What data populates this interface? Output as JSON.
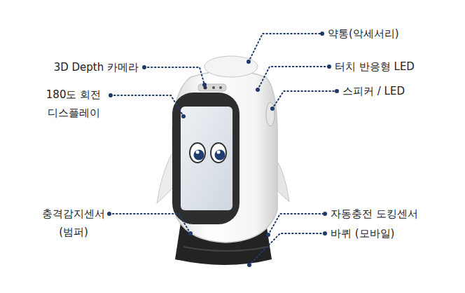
{
  "diagram": {
    "labels": [
      "약통(악세서리)",
      "3D Depth 카메라",
      "터치 반응형 LED",
      "180도 회전 디스플레이",
      "스피커 / LED",
      "충격감지센서 (범퍼)",
      "자동충전 도킹센서",
      "바퀴 (모바일)"
    ]
  }
}
